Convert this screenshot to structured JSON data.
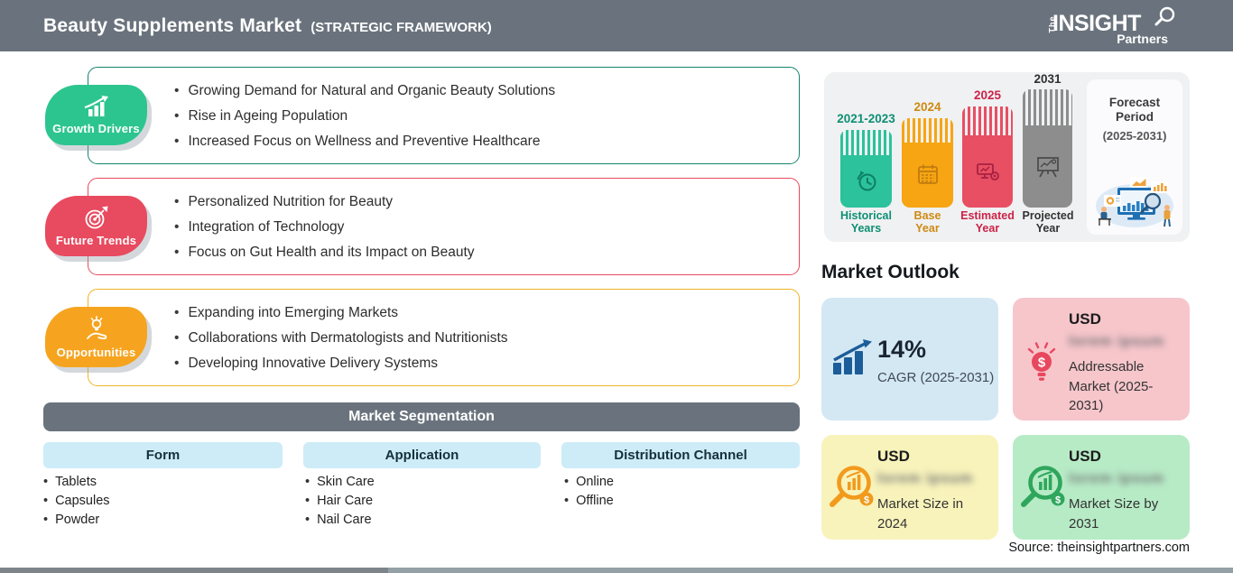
{
  "header": {
    "title": "Beauty Supplements Market",
    "subtitle": "(STRATEGIC FRAMEWORK)",
    "logo": {
      "the": "The",
      "insight": "INSIGHT",
      "partners": "Partners"
    }
  },
  "sections": {
    "growth": {
      "label": "Growth Drivers",
      "items": [
        "Growing Demand for Natural and Organic Beauty Solutions",
        "Rise in Ageing Population",
        "Increased Focus on Wellness and Preventive Healthcare"
      ],
      "accent": "#2dc58f"
    },
    "trends": {
      "label": "Future Trends",
      "items": [
        "Personalized Nutrition for Beauty",
        "Integration of Technology",
        "Focus on Gut Health and its Impact on Beauty"
      ],
      "accent": "#e84a5f"
    },
    "opportunities": {
      "label": "Opportunities",
      "items": [
        "Expanding into Emerging Markets",
        "Collaborations with Dermatologists and Nutritionists",
        "Developing Innovative Delivery Systems"
      ],
      "accent": "#f6a41f"
    }
  },
  "segmentation": {
    "title": "Market Segmentation",
    "columns": [
      {
        "header": "Form",
        "items": [
          "Tablets",
          "Capsules",
          "Powder"
        ]
      },
      {
        "header": "Application",
        "items": [
          "Skin Care",
          "Hair Care",
          "Nail Care"
        ]
      },
      {
        "header": "Distribution Channel",
        "items": [
          "Online",
          "Offline"
        ]
      }
    ]
  },
  "timeline": {
    "bars": [
      {
        "year": "2021-2023",
        "caption": "Historical Years",
        "color": "#2cc29c"
      },
      {
        "year": "2024",
        "caption": "Base Year",
        "color": "#f7a512"
      },
      {
        "year": "2025",
        "caption": "Estimated Year",
        "color": "#e84f63"
      },
      {
        "year": "2031",
        "caption": "Projected Year",
        "color": "#8d8d8d"
      }
    ],
    "forecast": {
      "title_line1": "Forecast",
      "title_line2": "Period",
      "range": "(2025-2031)"
    }
  },
  "outlook": {
    "title": "Market Outlook",
    "cards": [
      {
        "value": "14%",
        "label": "CAGR (2025-2031)",
        "bg": "#d4e8f4"
      },
      {
        "currency": "USD",
        "redacted": "lorem ipsum",
        "label": "Addressable Market (2025-2031)",
        "bg": "#f6c6cb"
      },
      {
        "currency": "USD",
        "redacted": "lorem ipsum",
        "label": "Market Size in 2024",
        "bg": "#f8f3bb"
      },
      {
        "currency": "USD",
        "redacted": "lorem ipsum",
        "label": "Market Size by 2031",
        "bg": "#b7ebc6"
      }
    ]
  },
  "source": "Source: theinsightpartners.com"
}
